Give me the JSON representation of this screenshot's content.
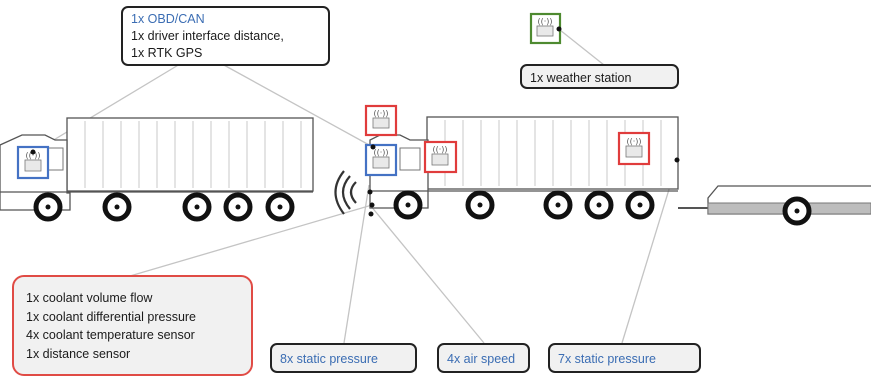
{
  "callouts": {
    "top_vehicle": {
      "lines": [
        "1x OBD/CAN",
        "1x driver interface distance,",
        "1x RTK GPS"
      ]
    },
    "weather": {
      "label": "1x weather station"
    },
    "coolant": {
      "lines": [
        "1x coolant volume flow",
        "1x coolant differential pressure",
        "4x coolant temperature sensor",
        "1x distance sensor"
      ]
    },
    "static_pressure_8": {
      "label": "8x static pressure"
    },
    "air_speed": {
      "label": "4x air speed"
    },
    "static_pressure_7": {
      "label": "7x static pressure"
    }
  },
  "colors": {
    "blue_sensor": "#4472c4",
    "red_sensor": "#e03c3c",
    "green_sensor": "#4e8a30",
    "blue_text": "#3b6db3",
    "coolant_border": "#e04b45"
  },
  "icons": [
    "sensor-wireless-icon",
    "wheel-icon",
    "radar-wave-icon"
  ]
}
